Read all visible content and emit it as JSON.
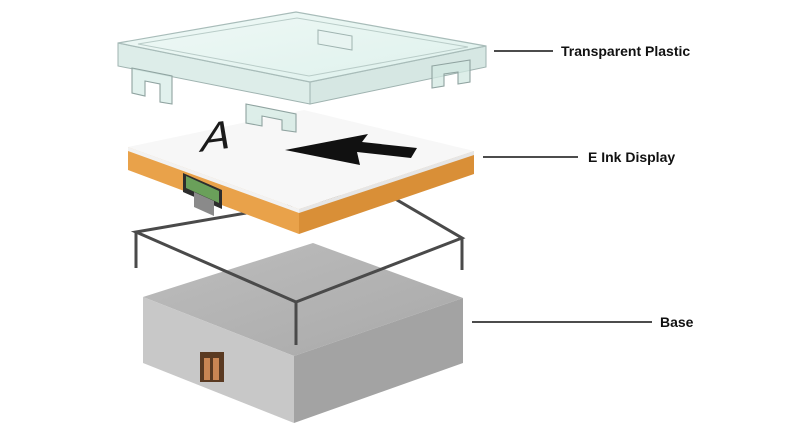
{
  "labels": {
    "transparent_plastic": "Transparent Plastic",
    "eink_display": "E Ink Display",
    "base": "Base"
  },
  "screen_glyph": "A",
  "colors": {
    "plastic_fill": "#dff3ee",
    "plastic_edge": "#8fa3a0",
    "display_top": "#f6f6f6",
    "display_side": "#e9a24a",
    "frame": "#4a4a4a",
    "base_top": "#b3b3b3",
    "base_left": "#c6c6c6",
    "base_right": "#a6a6a6",
    "connector": "#b7764a",
    "leader_line": "#111111"
  }
}
